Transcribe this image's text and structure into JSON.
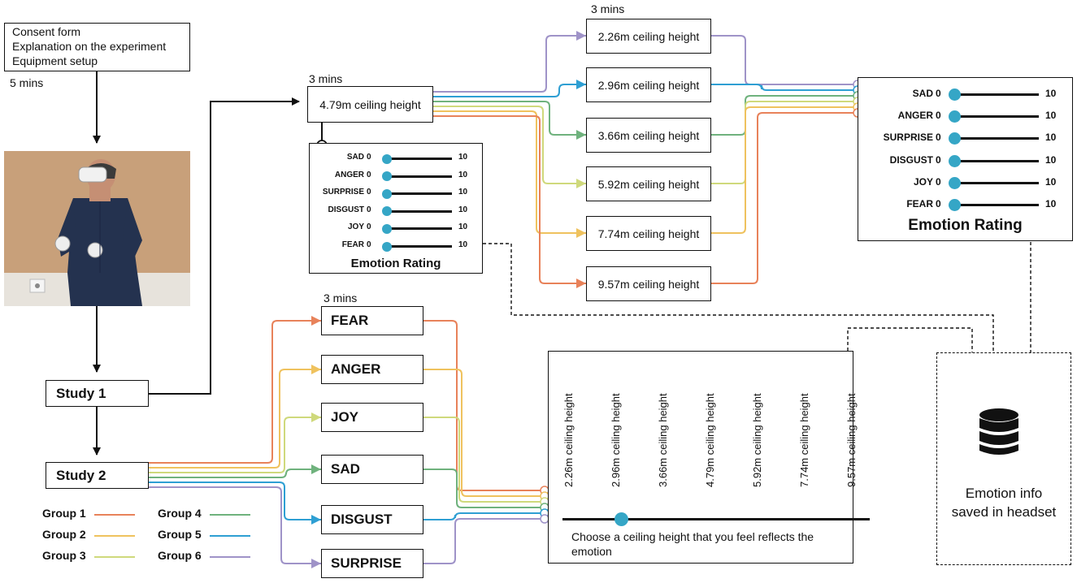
{
  "setup": {
    "lines": [
      "Consent form",
      "Explanation on the experiment",
      "Equipment setup"
    ],
    "duration": "5 mins"
  },
  "study1": {
    "label": "Study 1"
  },
  "study2": {
    "label": "Study 2"
  },
  "center": {
    "duration": "3 mins",
    "label": "4.79m ceiling height"
  },
  "ceilings": {
    "duration": "3 mins",
    "items": [
      "2.26m ceiling height",
      "2.96m ceiling height",
      "3.66m ceiling height",
      "5.92m ceiling height",
      "7.74m ceiling height",
      "9.57m ceiling height"
    ]
  },
  "rating_small": {
    "rows": [
      {
        "emotion": "SAD",
        "min": "0",
        "max": "10"
      },
      {
        "emotion": "ANGER",
        "min": "0",
        "max": "10"
      },
      {
        "emotion": "SURPRISE",
        "min": "0",
        "max": "10"
      },
      {
        "emotion": "DISGUST",
        "min": "0",
        "max": "10"
      },
      {
        "emotion": "JOY",
        "min": "0",
        "max": "10"
      },
      {
        "emotion": "FEAR",
        "min": "0",
        "max": "10"
      }
    ],
    "title": "Emotion Rating"
  },
  "rating_large": {
    "rows": [
      {
        "emotion": "SAD",
        "min": "0",
        "max": "10"
      },
      {
        "emotion": "ANGER",
        "min": "0",
        "max": "10"
      },
      {
        "emotion": "SURPRISE",
        "min": "0",
        "max": "10"
      },
      {
        "emotion": "DISGUST",
        "min": "0",
        "max": "10"
      },
      {
        "emotion": "JOY",
        "min": "0",
        "max": "10"
      },
      {
        "emotion": "FEAR",
        "min": "0",
        "max": "10"
      }
    ],
    "title": "Emotion Rating"
  },
  "emotions": {
    "duration": "3 mins",
    "items": [
      "FEAR",
      "ANGER",
      "JOY",
      "SAD",
      "DISGUST",
      "SURPRISE"
    ]
  },
  "selection": {
    "heights": [
      "2.26m ceiling height",
      "2.96m ceiling height",
      "3.66m ceiling height",
      "4.79m ceiling height",
      "5.92m ceiling height",
      "7.74m ceiling height",
      "9.57m ceiling height"
    ],
    "instruction": "Choose a ceiling height that you feel reflects the emotion"
  },
  "storage": {
    "label_line1": "Emotion info",
    "label_line2": "saved in headset",
    "icon": "database-icon"
  },
  "legend": [
    {
      "name": "Group 1",
      "color": "#e8825a"
    },
    {
      "name": "Group 2",
      "color": "#efc25e"
    },
    {
      "name": "Group 3",
      "color": "#cfd97c"
    },
    {
      "name": "Group 4",
      "color": "#6fb27d"
    },
    {
      "name": "Group 5",
      "color": "#2e9fd3"
    },
    {
      "name": "Group 6",
      "color": "#9f93c8"
    }
  ],
  "colors": {
    "slider_knob": "#35a6c6",
    "line": "#111111"
  }
}
